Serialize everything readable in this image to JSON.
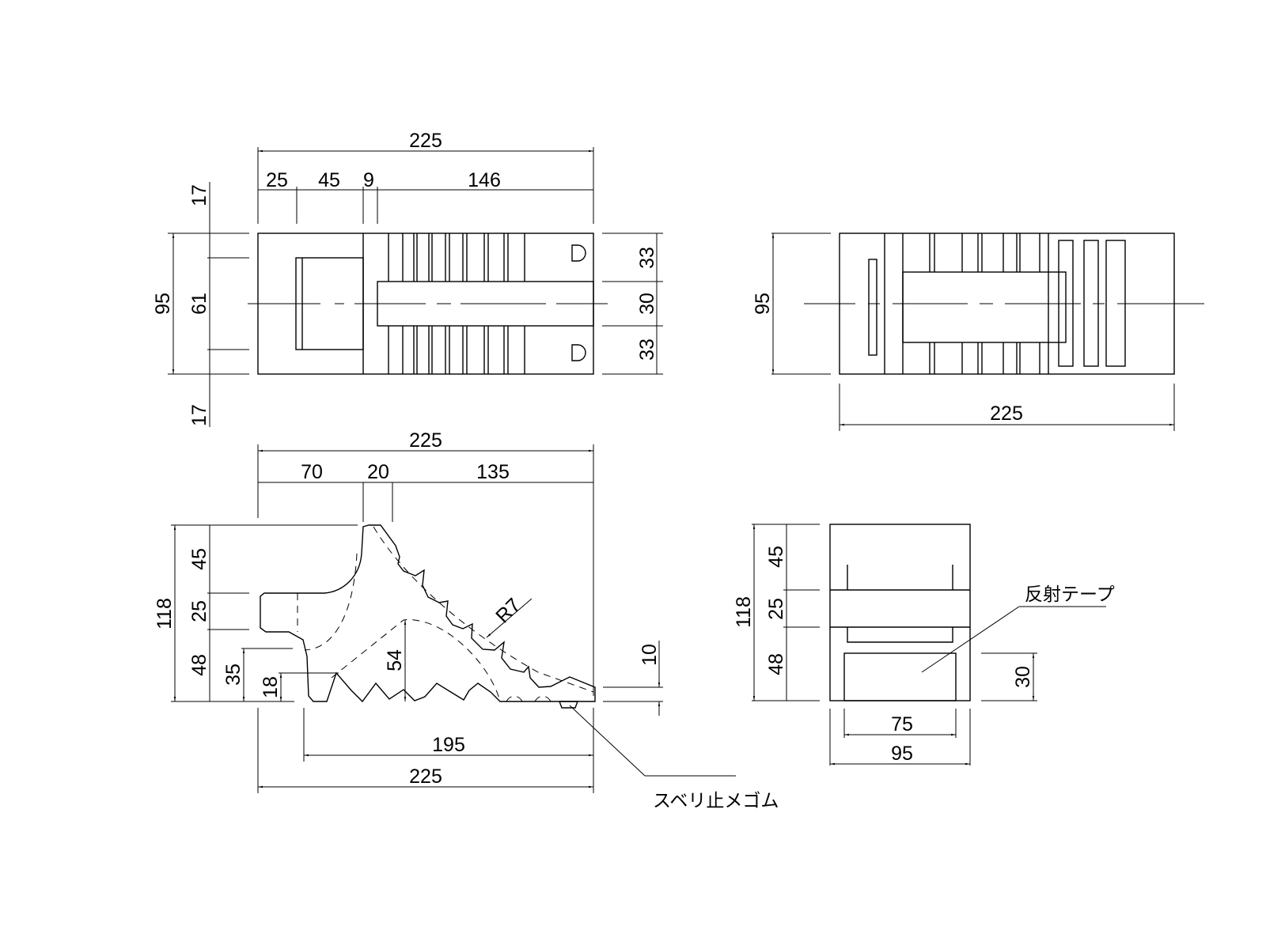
{
  "drawing": {
    "title": "Wheel chock technical drawing",
    "colors": {
      "line": "#000000",
      "background": "#ffffff"
    }
  },
  "top_view": {
    "dims": {
      "overall_length": "225",
      "seg_a": "25",
      "seg_b": "45",
      "seg_c": "9",
      "seg_d": "146",
      "overall_width": "95",
      "inner_width": "61",
      "edge_top": "17",
      "edge_bottom": "17",
      "right_top": "33",
      "right_mid": "30",
      "right_bottom": "33"
    }
  },
  "bottom_view": {
    "dims": {
      "width": "95",
      "length": "225"
    }
  },
  "side_view": {
    "dims": {
      "overall_length_top": "225",
      "seg_a": "70",
      "seg_b": "20",
      "seg_c": "135",
      "overall_height": "118",
      "h_top": "45",
      "h_mid": "25",
      "h_bottom": "48",
      "h_35": "35",
      "h_18": "18",
      "h_54": "54",
      "radius": "R7",
      "tip_height": "10",
      "base_length": "195",
      "overall_length_bottom": "225"
    },
    "callouts": {
      "anti_slip_rubber": "スベリ止メゴム"
    }
  },
  "front_view": {
    "dims": {
      "overall_height": "118",
      "h_top": "45",
      "h_mid": "25",
      "h_bottom": "48",
      "tape_height": "30",
      "tape_width": "75",
      "overall_width": "95"
    },
    "callouts": {
      "reflective_tape": "反射テープ"
    }
  }
}
